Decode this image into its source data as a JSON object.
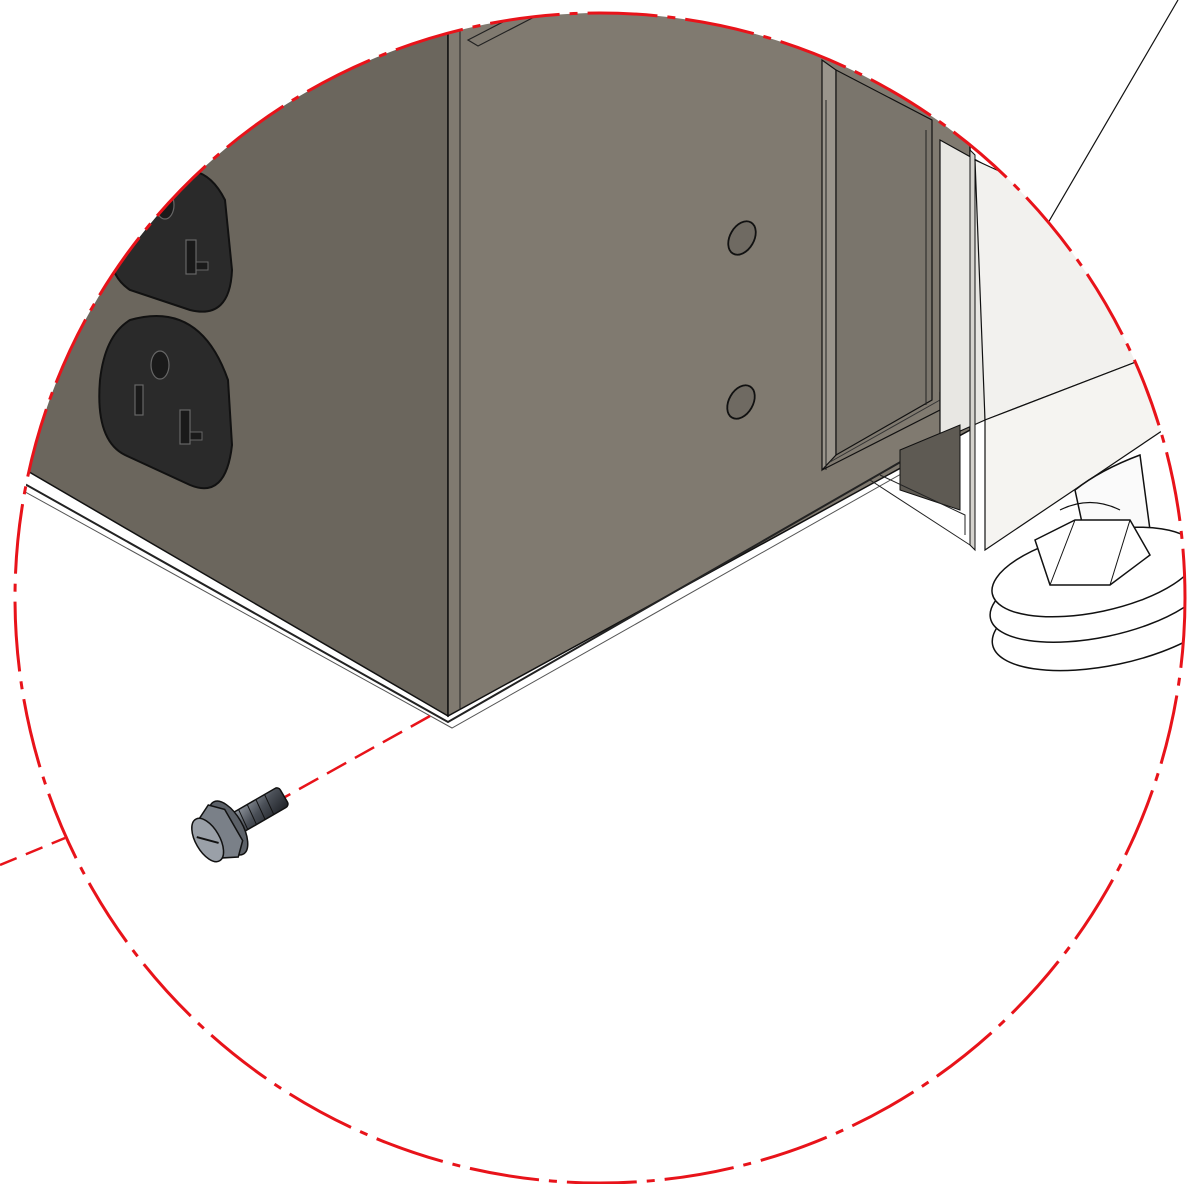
{
  "figure": {
    "kind": "exploded-assembly-detail-view",
    "parts": [
      "cabinet-side-panel",
      "power-receptacle-upper",
      "power-receptacle-lower",
      "mounting-hole-upper",
      "mounting-hole-lower",
      "panel-slot",
      "leveling-foot",
      "hex-washer-head-screw"
    ],
    "callouts": [
      "detail-circle-boundary",
      "screw-path-line",
      "detail-leader-line",
      "pointer-leader-line"
    ]
  },
  "colors": {
    "detail_circle": "#e8131a",
    "panel_front": "#807a70",
    "panel_side": "#6b665d",
    "receptacle": "#2a2a2a",
    "outline": "#111111",
    "background": "#ffffff",
    "screw": "#4a4f57"
  },
  "icons": {
    "screw": "hex-washer-screw-icon",
    "foot": "leveling-foot-icon",
    "receptacle": "duplex-outlet-icon"
  }
}
